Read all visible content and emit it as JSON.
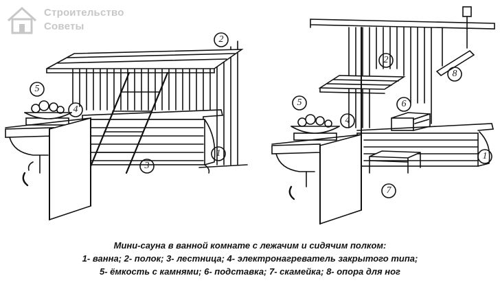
{
  "watermark": {
    "line1": "Строительство",
    "line2": "Советы"
  },
  "diagram_left": {
    "markers": [
      "1",
      "2",
      "3",
      "4",
      "5"
    ]
  },
  "diagram_right": {
    "markers": [
      "1",
      "2",
      "4",
      "5",
      "6",
      "7",
      "8"
    ]
  },
  "caption": {
    "line1": "Мини-сауна в ванной комнате с лежачим и сидячим полком:",
    "line2": "1- ванна; 2- полок; 3- лестница; 4- электронагреватель закрытого типа;",
    "line3": "5- ёмкость с камнями; 6- подставка; 7- скамейка; 8- опора для ног"
  }
}
